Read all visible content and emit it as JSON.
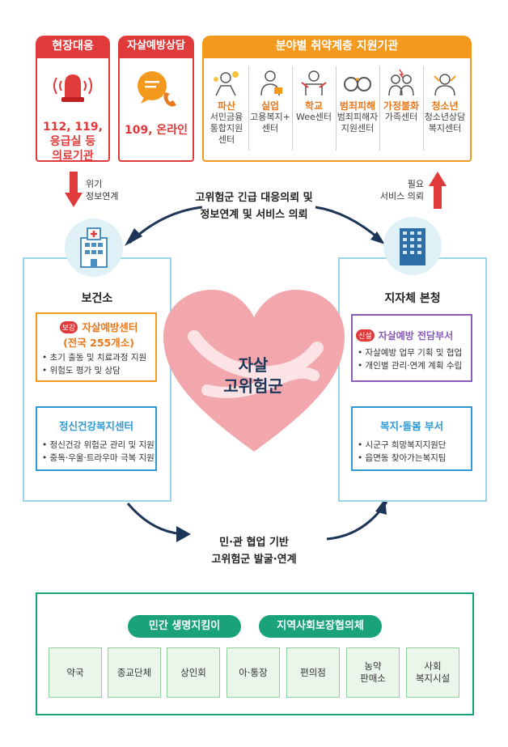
{
  "top": {
    "field": {
      "title": "현장대응",
      "text_lines": [
        "112, 119,",
        "응급실 등",
        "의료기관"
      ]
    },
    "counsel": {
      "title": "자살예방상담",
      "text": "109, 온라인"
    },
    "agencies": {
      "title": "분야별 취약계층 지원기관",
      "items": [
        {
          "name": "파산",
          "lines": [
            "서민금융",
            "통합지원",
            "센터"
          ],
          "icon": "bankruptcy-icon"
        },
        {
          "name": "실업",
          "lines": [
            "고용복지+",
            "센터"
          ],
          "icon": "unemployment-icon"
        },
        {
          "name": "학교",
          "lines": [
            "Wee센터"
          ],
          "icon": "school-icon"
        },
        {
          "name": "범죄피해",
          "lines": [
            "범죄피해자",
            "지원센터"
          ],
          "icon": "handcuffs-icon"
        },
        {
          "name": "가정불화",
          "lines": [
            "가족센터"
          ],
          "icon": "family-conflict-icon"
        },
        {
          "name": "청소년",
          "lines": [
            "청소년상담",
            "복지센터"
          ],
          "icon": "youth-icon"
        }
      ]
    }
  },
  "arrows": {
    "left_lines": [
      "위기",
      "정보연계"
    ],
    "right_lines": [
      "필요",
      "서비스 의뢰"
    ],
    "top_lines": [
      "고위험군 긴급 대응의뢰 및",
      "정보연계 및 서비스 의뢰"
    ],
    "bottom_lines": [
      "민·관 협업 기반",
      "고위험군 발굴·연계"
    ]
  },
  "left_panel": {
    "title": "보건소",
    "card1": {
      "badge": "보강",
      "title": "자살예방센터",
      "subtitle": "(전국 255개소)",
      "bullets": [
        "초기 출동 및 치료과정 지원",
        "위험도 평가 및 상담"
      ]
    },
    "card2": {
      "title": "정신건강복지센터",
      "bullets": [
        "정신건강 위험군 관리 및 지원",
        "중독·우울·트라우마 극복 지원"
      ]
    }
  },
  "right_panel": {
    "title": "지자체 본청",
    "card1": {
      "badge": "신설",
      "title": "자살예방 전담부서",
      "bullets": [
        "자살예방 업무 기획 및 협업",
        "개인별 관리·연계 계획 수립"
      ]
    },
    "card2": {
      "title": "복지·돌봄 부서",
      "bullets": [
        "시군구 희망복지지원단",
        "읍면동 찾아가는복지팀"
      ]
    }
  },
  "center": {
    "lines": [
      "자살",
      "고위험군"
    ]
  },
  "bottom": {
    "pills": [
      "민간 생명지킴이",
      "지역사회보장협의체"
    ],
    "boxes": [
      [
        "약국"
      ],
      [
        "종교단체"
      ],
      [
        "상인회"
      ],
      [
        "아·통장"
      ],
      [
        "편의점"
      ],
      [
        "농약",
        "판매소"
      ],
      [
        "사회",
        "복지시설"
      ]
    ]
  },
  "colors": {
    "red": "#e03a3a",
    "orange": "#f39a1e",
    "navy": "#1d3557",
    "teal": "#9ad6e6",
    "green": "#1aa37a",
    "heart": "#f2a7ad"
  }
}
